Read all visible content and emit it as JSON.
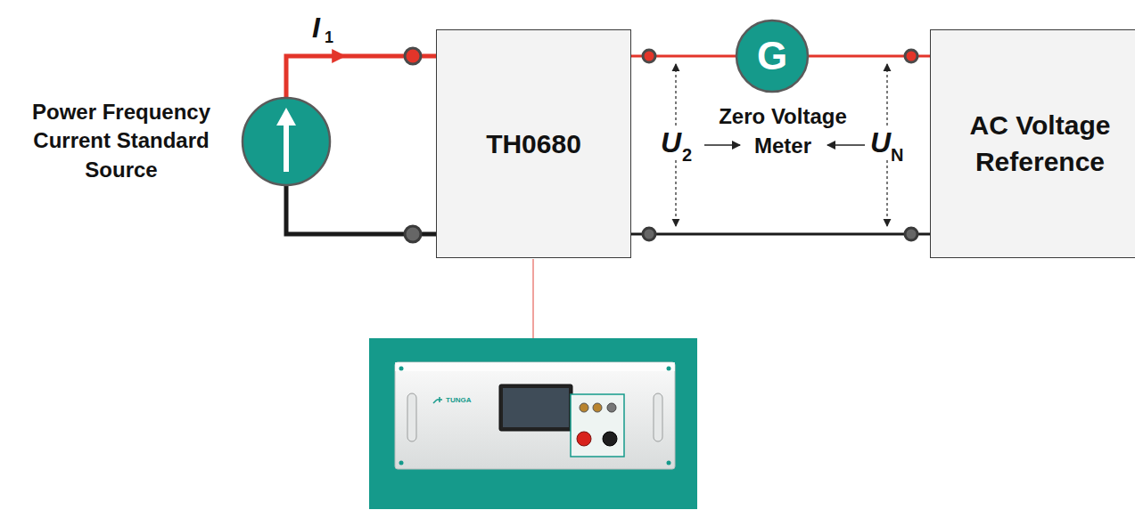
{
  "diagram": {
    "nodes": [
      {
        "text": [
          "Power Frequency Current Standard Source"
        ]
      },
      {
        "text": [
          "TH0680"
        ]
      },
      {
        "text": [
          "G",
          "Zero Voltage Meter"
        ]
      },
      {
        "text": [
          "AC Voltage Reference"
        ]
      }
    ],
    "edges": [
      {
        "from": 0,
        "to": 1,
        "arrow": "to"
      },
      {
        "from": 0,
        "to": 1,
        "arrow": "none"
      },
      {
        "from": 1,
        "to": 2,
        "arrow": "none"
      },
      {
        "from": 2,
        "to": 3,
        "arrow": "none"
      },
      {
        "from": 1,
        "to": 3,
        "arrow": "none"
      }
    ],
    "labels": [
      "I",
      "1",
      "U",
      "2",
      "U",
      "N",
      "TUNGA"
    ]
  }
}
